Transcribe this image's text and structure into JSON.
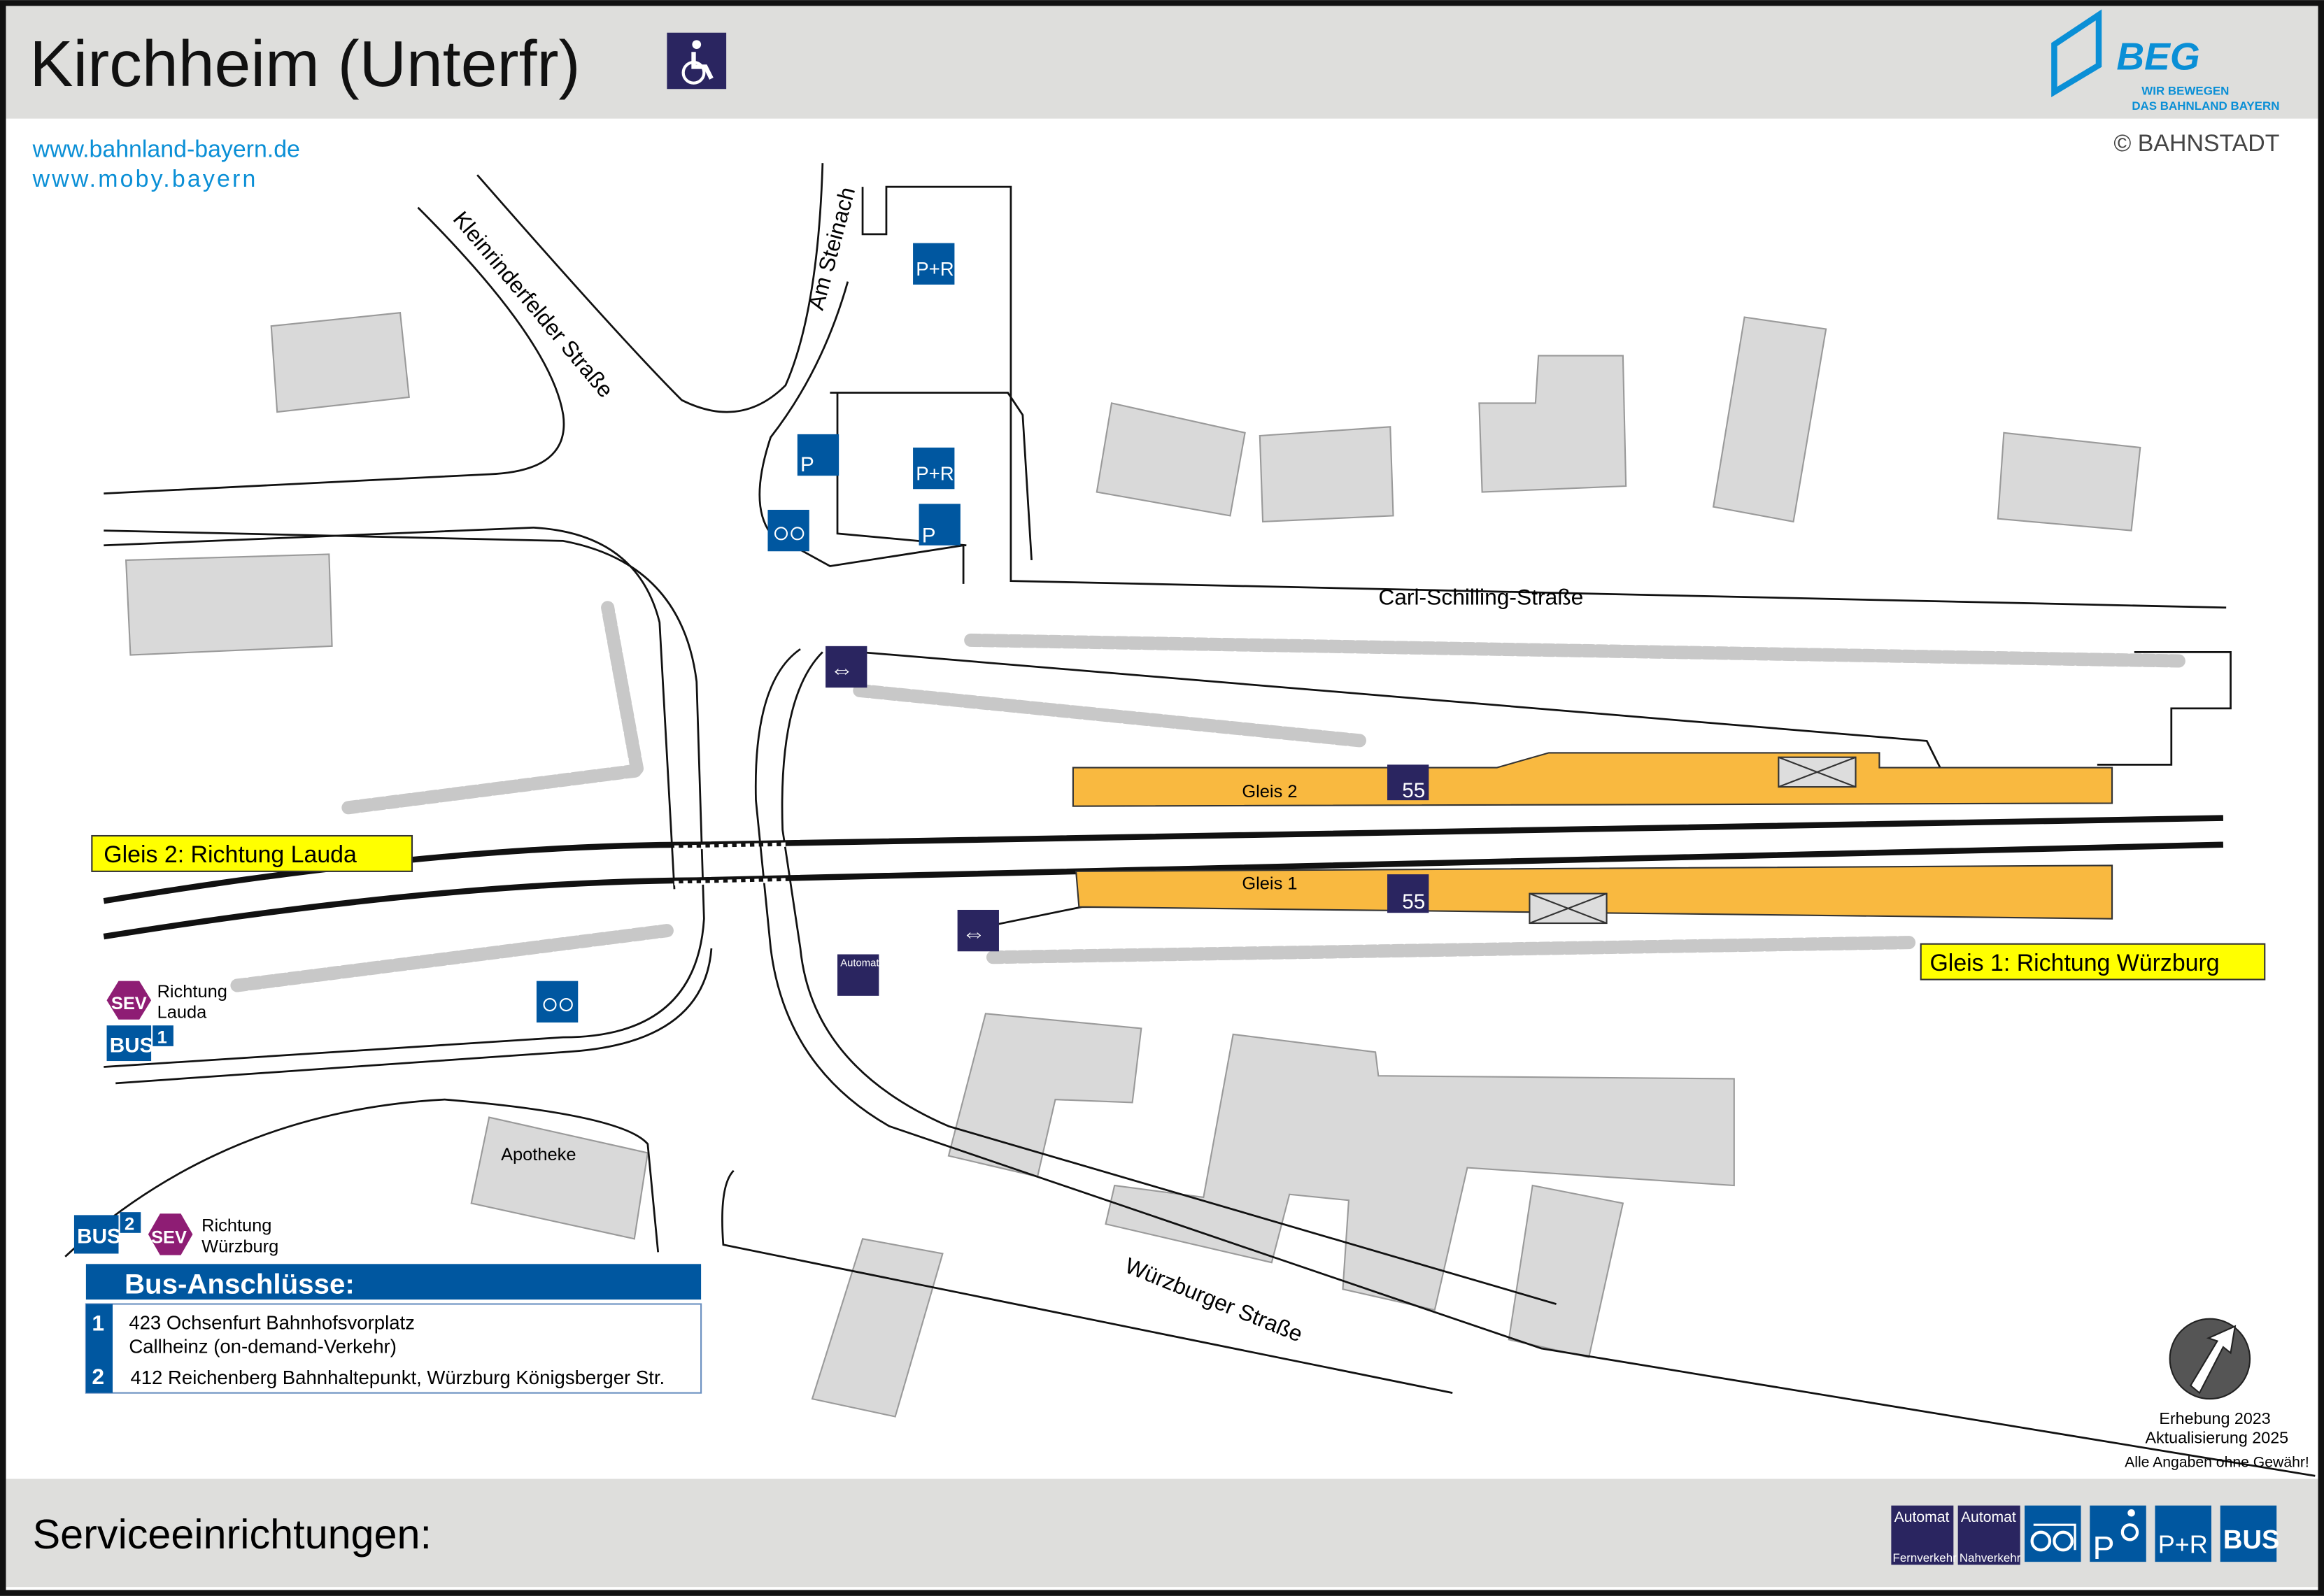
{
  "header": {
    "title": "Kirchheim (Unterfr)",
    "accessible_icon": "wheelchair-icon"
  },
  "links": [
    "www.bahnland-bayern.de",
    "www.moby.bayern"
  ],
  "logo": {
    "name": "BEG",
    "tagline1": "WIR BEWEGEN",
    "tagline2": "DAS BAHNLAND BAYERN",
    "copyright": "© BAHNSTADT"
  },
  "streets": [
    "Kleinrinderfelder Straße",
    "Am Steinach",
    "Carl-Schilling-Straße",
    "Würzburger Straße"
  ],
  "places": {
    "pharmacy": "Apotheke"
  },
  "platforms": [
    {
      "label": "Gleis 2",
      "height": "55"
    },
    {
      "label": "Gleis 1",
      "height": "55"
    }
  ],
  "directions": {
    "gleis2": "Gleis 2: Richtung Lauda",
    "gleis1": "Gleis 1: Richtung Würzburg"
  },
  "stops": {
    "stop1": {
      "sev": "SEV",
      "bus": "BUS",
      "num": "1",
      "dir1": "Richtung",
      "dir2": "Lauda"
    },
    "stop2": {
      "sev": "SEV",
      "bus": "BUS",
      "num": "2",
      "dir1": "Richtung",
      "dir2": "Würzburg"
    }
  },
  "map_icons": {
    "pr": "P+R",
    "p": "P",
    "automat": "Automat"
  },
  "bus_connections": {
    "title": "Bus-Anschlüsse:",
    "rows": [
      {
        "num": "1",
        "line1": "423 Ochsenfurt Bahnhofsvorplatz",
        "line2": "Callheinz (on-demand-Verkehr)"
      },
      {
        "num": "2",
        "line1": "412 Reichenberg Bahnhaltepunkt, Würzburg Königsberger Str."
      }
    ]
  },
  "footer_note": [
    "Erhebung 2023",
    "Aktualisierung 2025",
    "Alle Angaben ohne Gewähr!"
  ],
  "services": {
    "title": "Serviceeinrichtungen:",
    "items": [
      {
        "top": "Automat",
        "bottom": "Fernverkehr"
      },
      {
        "top": "Automat",
        "bottom": "Nahverkehr"
      },
      {
        "label": "bike-parking"
      },
      {
        "label": "P"
      },
      {
        "label": "P+R"
      },
      {
        "label": "BUS"
      }
    ]
  },
  "colors": {
    "blue": "#0057a0",
    "purple": "#2a2560",
    "platform": "#f9b940",
    "sev": "#8e1d74",
    "yellow": "#ffff00"
  }
}
